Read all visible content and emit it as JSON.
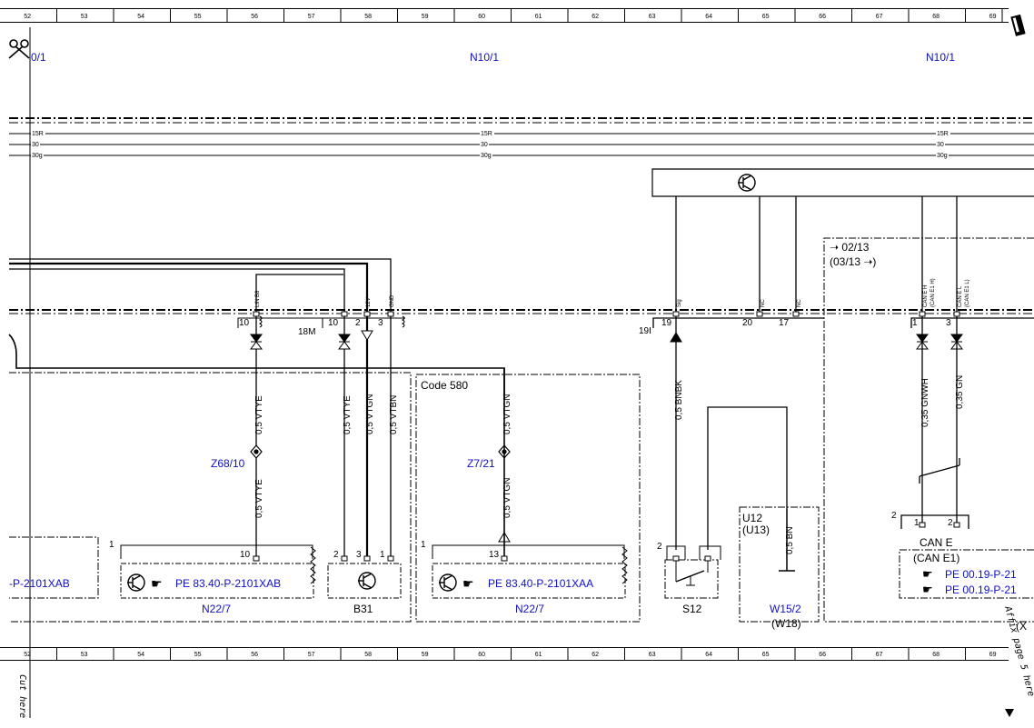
{
  "ruler": {
    "columns": [
      "52",
      "53",
      "54",
      "55",
      "56",
      "57",
      "58",
      "59",
      "60",
      "61",
      "62",
      "63",
      "64",
      "65",
      "66",
      "67",
      "68",
      "69"
    ]
  },
  "header": {
    "ref_left": "0/1",
    "ref_center": "N10/1",
    "ref_right": "N10/1"
  },
  "bus": {
    "line_15r": "15R",
    "line_30": "30",
    "line_30g": "30g"
  },
  "connectors": {
    "c18m": "18M",
    "c19i": "19I"
  },
  "pins": {
    "linb8": "LIN B8",
    "v12": "12V",
    "gnd": "GND",
    "sig": "Sig",
    "nc": "NC",
    "can_e_h": "CAN E H",
    "can_e1_h": "(CAN E1 H)",
    "can_e_l": "CAN E L",
    "can_e1_l": "(CAN E1 L)"
  },
  "pin_numbers": {
    "p10": "10",
    "p2": "2",
    "p3": "3",
    "p19": "19",
    "p20": "20",
    "p17": "17",
    "p1": "1",
    "p13": "13"
  },
  "wires": {
    "vtye": "0,5 VTYE",
    "vtgn": "0,5 VTGN",
    "vtbn": "0,5 VTBN",
    "bnbk": "0,5 BNBK",
    "bn": "0,5 BN",
    "gnwh": "0,35 GNWH",
    "gn": "0,35 GN"
  },
  "splices": {
    "z68": "Z68/10",
    "z7": "Z7/21"
  },
  "code_box": "Code 580",
  "ref_box": {
    "line1": "02/13",
    "line2": "(03/13",
    "close": ")"
  },
  "components": {
    "n22_7_a": "N22/7",
    "n22_7_b": "N22/7",
    "b31": "B31",
    "s12": "S12",
    "u12": "U12",
    "u13": "(U13)",
    "w15_2": "W15/2",
    "w18": "(W18)",
    "can_e": "CAN E",
    "can_e1": "(CAN E1)",
    "partial_left": "-P-2101XAB"
  },
  "pe_refs": {
    "pe_xab": "PE 83.40-P-2101XAB",
    "pe_xaa": "PE 83.40-P-2101XAA",
    "pe_0019a": "PE 00.19-P-21",
    "pe_0019b": "PE 00.19-P-21"
  },
  "margin_notes": {
    "cut_here": "Cut here",
    "affix": "Affix page 5 here",
    "x_mark": "(X"
  }
}
